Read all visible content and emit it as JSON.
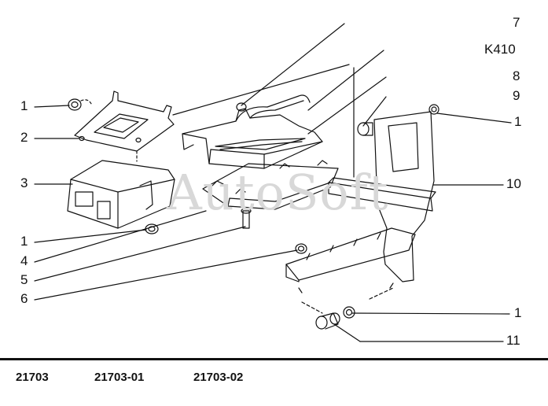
{
  "watermark": "AutoSoft",
  "callouts": {
    "c1_top": "1",
    "c2": "2",
    "c3": "3",
    "c1_mid": "1",
    "c4": "4",
    "c5": "5",
    "c6": "6",
    "c7": "7",
    "k410": "K410",
    "c8": "8",
    "c9": "9",
    "c1_right": "1",
    "c10": "10",
    "c1_bottom": "1",
    "c11": "11"
  },
  "footer": {
    "variants": [
      "21703",
      "21703-01",
      "21703-02"
    ]
  }
}
